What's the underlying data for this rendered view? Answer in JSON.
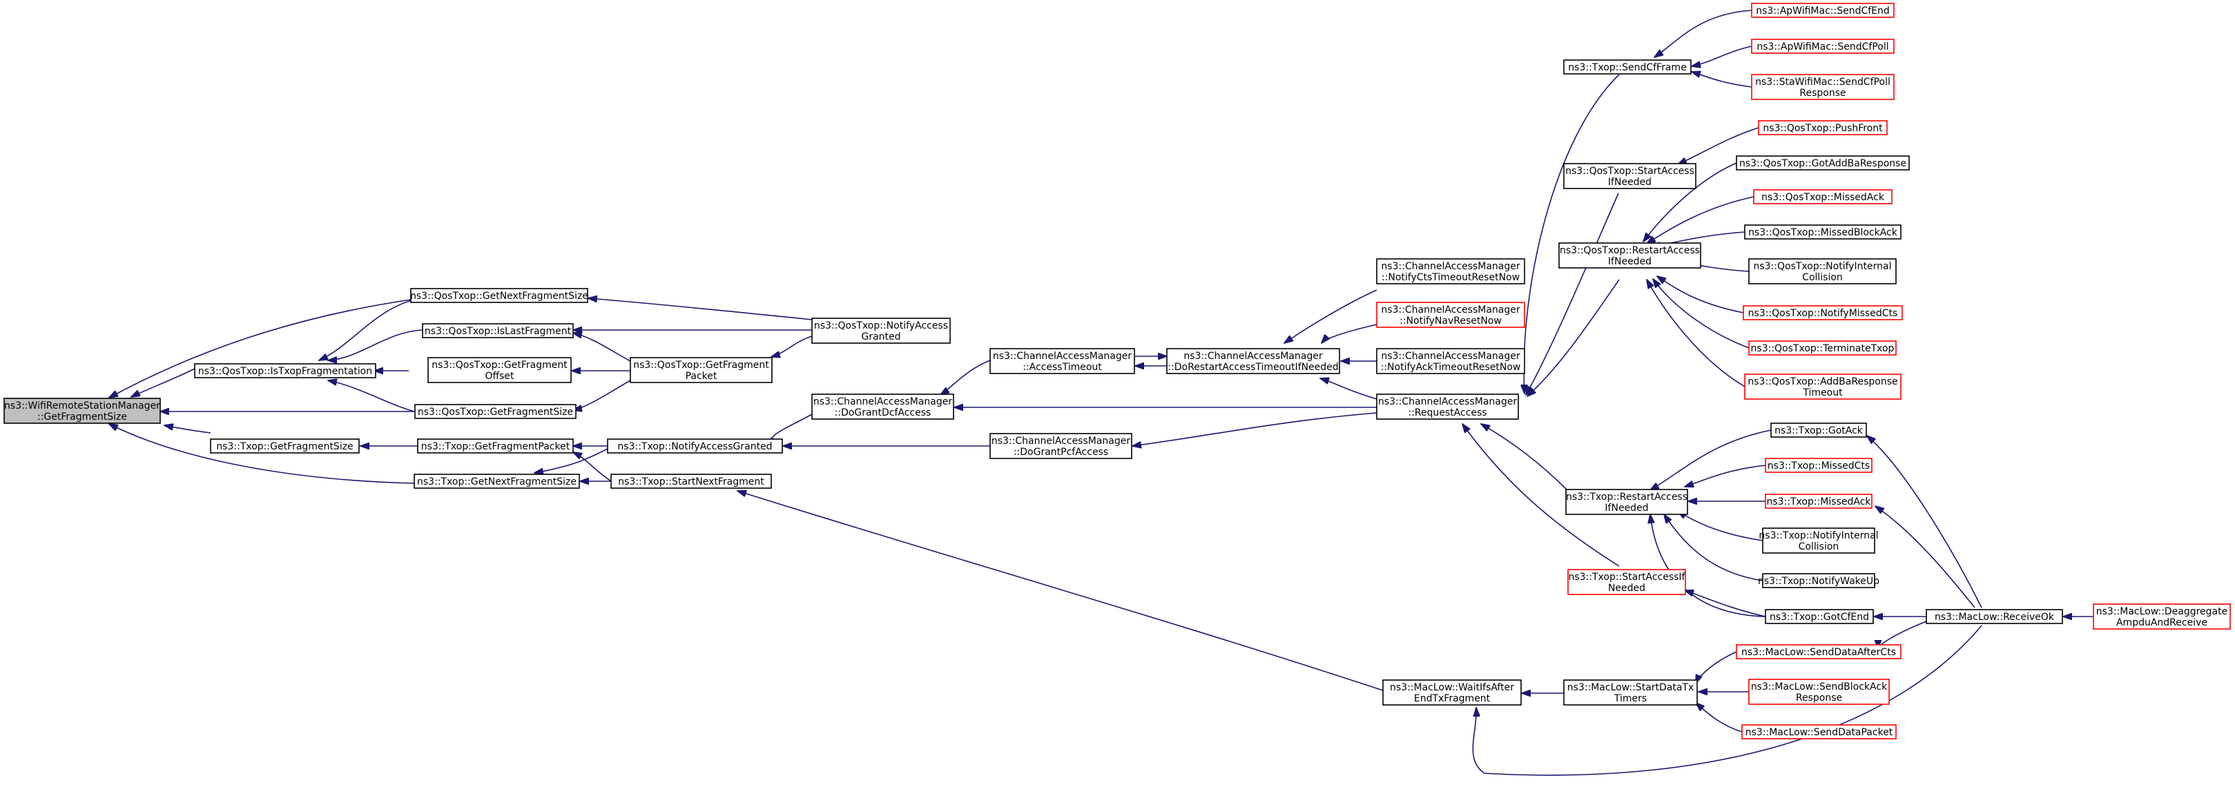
{
  "colors": {
    "edge": "#191970",
    "border": "#000000",
    "truncated_border": "#ff0000",
    "root_fill": "#bfbfbf"
  },
  "nodes": {
    "root": {
      "lines": [
        "ns3::WifiRemoteStationManager",
        "::GetFragmentSize"
      ]
    },
    "qosGetNextFragSize": {
      "lines": [
        "ns3::QosTxop::GetNextFragmentSize"
      ]
    },
    "qosIsTxopFrag": {
      "lines": [
        "ns3::QosTxop::IsTxopFragmentation"
      ]
    },
    "qosIsLastFrag": {
      "lines": [
        "ns3::QosTxop::IsLastFragment"
      ]
    },
    "qosGetFragOffset": {
      "lines": [
        "ns3::QosTxop::GetFragment",
        "Offset"
      ]
    },
    "qosGetFragSize": {
      "lines": [
        "ns3::QosTxop::GetFragmentSize"
      ]
    },
    "qosGetFragPacket": {
      "lines": [
        "ns3::QosTxop::GetFragment",
        "Packet"
      ]
    },
    "qosNotifyAccess": {
      "lines": [
        "ns3::QosTxop::NotifyAccess",
        "Granted"
      ]
    },
    "txopGetFragSize": {
      "lines": [
        "ns3::Txop::GetFragmentSize"
      ]
    },
    "txopGetFragPacket": {
      "lines": [
        "ns3::Txop::GetFragmentPacket"
      ]
    },
    "txopGetNextFragSize": {
      "lines": [
        "ns3::Txop::GetNextFragmentSize"
      ]
    },
    "txopNotifyAccess": {
      "lines": [
        "ns3::Txop::NotifyAccessGranted"
      ]
    },
    "txopStartNextFrag": {
      "lines": [
        "ns3::Txop::StartNextFragment"
      ]
    },
    "camDoGrantDcf": {
      "lines": [
        "ns3::ChannelAccessManager",
        "::DoGrantDcfAccess"
      ]
    },
    "camDoGrantPcf": {
      "lines": [
        "ns3::ChannelAccessManager",
        "::DoGrantPcfAccess"
      ]
    },
    "camAccessTimeout": {
      "lines": [
        "ns3::ChannelAccessManager",
        "::AccessTimeout"
      ]
    },
    "camDoRestart": {
      "lines": [
        "ns3::ChannelAccessManager",
        "::DoRestartAccessTimeoutIfNeeded"
      ]
    },
    "camNotifyCts": {
      "lines": [
        "ns3::ChannelAccessManager",
        "::NotifyCtsTimeoutResetNow"
      ]
    },
    "camNotifyNav": {
      "lines": [
        "ns3::ChannelAccessManager",
        "::NotifyNavResetNow"
      ]
    },
    "camNotifyAck": {
      "lines": [
        "ns3::ChannelAccessManager",
        "::NotifyAckTimeoutResetNow"
      ]
    },
    "camRequestAccess": {
      "lines": [
        "ns3::ChannelAccessManager",
        "::RequestAccess"
      ]
    },
    "macWaitIfs": {
      "lines": [
        "ns3::MacLow::WaitIfsAfter",
        "EndTxFragment"
      ]
    },
    "txopSendCfFrame": {
      "lines": [
        "ns3::Txop::SendCfFrame"
      ]
    },
    "qosStartAccess": {
      "lines": [
        "ns3::QosTxop::StartAccess",
        "IfNeeded"
      ]
    },
    "qosRestartAccess": {
      "lines": [
        "ns3::QosTxop::RestartAccess",
        "IfNeeded"
      ]
    },
    "txopRestartAccess": {
      "lines": [
        "ns3::Txop::RestartAccess",
        "IfNeeded"
      ]
    },
    "txopStartAccess": {
      "lines": [
        "ns3::Txop::StartAccessIf",
        "Needed"
      ]
    },
    "macStartDataTx": {
      "lines": [
        "ns3::MacLow::StartDataTx",
        "Timers"
      ]
    },
    "apSendCfEnd": {
      "lines": [
        "ns3::ApWifiMac::SendCfEnd"
      ]
    },
    "apSendCfPoll": {
      "lines": [
        "ns3::ApWifiMac::SendCfPoll"
      ]
    },
    "staSendCfPoll": {
      "lines": [
        "ns3::StaWifiMac::SendCfPoll",
        "Response"
      ]
    },
    "qosPushFront": {
      "lines": [
        "ns3::QosTxop::PushFront"
      ]
    },
    "qosGotAddBa": {
      "lines": [
        "ns3::QosTxop::GotAddBaResponse"
      ]
    },
    "qosMissedAck": {
      "lines": [
        "ns3::QosTxop::MissedAck"
      ]
    },
    "qosMissedBlockAck": {
      "lines": [
        "ns3::QosTxop::MissedBlockAck"
      ]
    },
    "qosNotifyInternal": {
      "lines": [
        "ns3::QosTxop::NotifyInternal",
        "Collision"
      ]
    },
    "qosNotifyMissedCts": {
      "lines": [
        "ns3::QosTxop::NotifyMissedCts"
      ]
    },
    "qosTerminateTxop": {
      "lines": [
        "ns3::QosTxop::TerminateTxop"
      ]
    },
    "qosAddBaTimeout": {
      "lines": [
        "ns3::QosTxop::AddBaResponse",
        "Timeout"
      ]
    },
    "txopGotAck": {
      "lines": [
        "ns3::Txop::GotAck"
      ]
    },
    "txopMissedCts": {
      "lines": [
        "ns3::Txop::MissedCts"
      ]
    },
    "txopMissedAck": {
      "lines": [
        "ns3::Txop::MissedAck"
      ]
    },
    "txopNotifyInternal": {
      "lines": [
        "ns3::Txop::NotifyInternal",
        "Collision"
      ]
    },
    "txopNotifyWakeUp": {
      "lines": [
        "ns3::Txop::NotifyWakeUp"
      ]
    },
    "txopGotCfEnd": {
      "lines": [
        "ns3::Txop::GotCfEnd"
      ]
    },
    "macSendDataAfterCts": {
      "lines": [
        "ns3::MacLow::SendDataAfterCts"
      ]
    },
    "macSendBlockAck": {
      "lines": [
        "ns3::MacLow::SendBlockAck",
        "Response"
      ]
    },
    "macSendDataPacket": {
      "lines": [
        "ns3::MacLow::SendDataPacket"
      ]
    },
    "macReceiveOk": {
      "lines": [
        "ns3::MacLow::ReceiveOk"
      ]
    },
    "macDeaggregate": {
      "lines": [
        "ns3::MacLow::Deaggregate",
        "AmpduAndReceive"
      ]
    }
  }
}
